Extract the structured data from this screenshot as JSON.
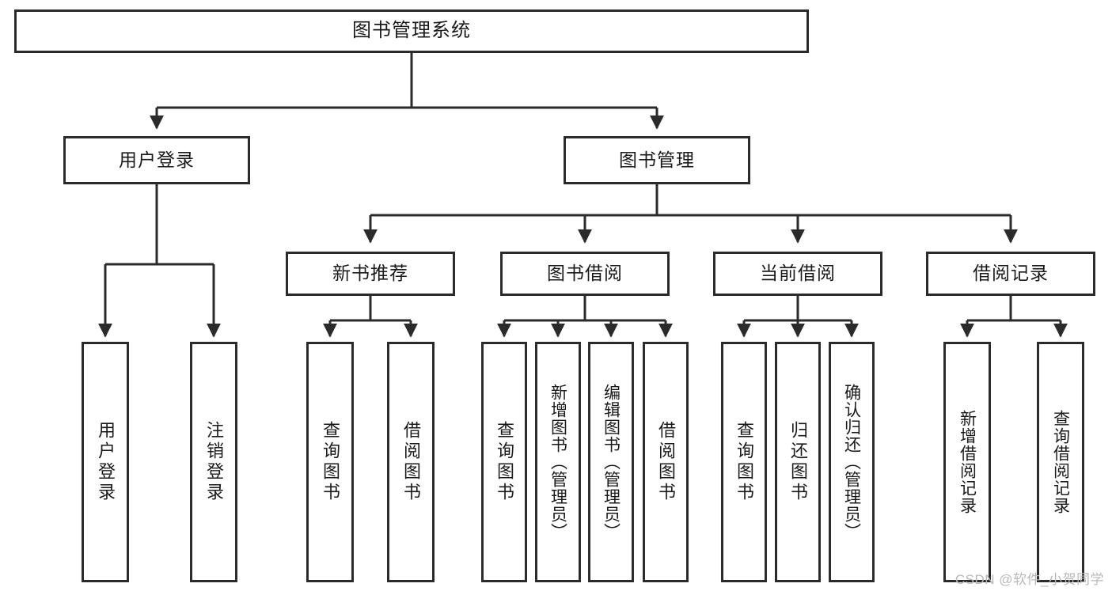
{
  "diagram": {
    "type": "tree-hierarchy-chart",
    "title": "图书管理系统",
    "stroke_color": "#2b2b2b",
    "background_color": "#ffffff",
    "root": {
      "label": "图书管理系统"
    },
    "level2": [
      {
        "label": "用户登录"
      },
      {
        "label": "图书管理"
      }
    ],
    "level3": [
      {
        "label": "新书推荐"
      },
      {
        "label": "图书借阅"
      },
      {
        "label": "当前借阅"
      },
      {
        "label": "借阅记录"
      }
    ],
    "leaves": {
      "user_login": [
        {
          "label": "用户登录"
        },
        {
          "label": "注销登录"
        }
      ],
      "new_book_recommend": [
        {
          "label": "查询图书"
        },
        {
          "label": "借阅图书"
        }
      ],
      "book_borrow": [
        {
          "label": "查询图书"
        },
        {
          "label": "新增图书（管理员）"
        },
        {
          "label": "编辑图书（管理员）"
        },
        {
          "label": "借阅图书"
        }
      ],
      "current_borrow": [
        {
          "label": "查询图书"
        },
        {
          "label": "归还图书"
        },
        {
          "label": "确认归还（管理员）"
        }
      ],
      "borrow_record": [
        {
          "label": "新增借阅记录"
        },
        {
          "label": "查询借阅记录"
        }
      ]
    }
  },
  "watermark": {
    "text": "CSDN @软件_小贺同学"
  }
}
